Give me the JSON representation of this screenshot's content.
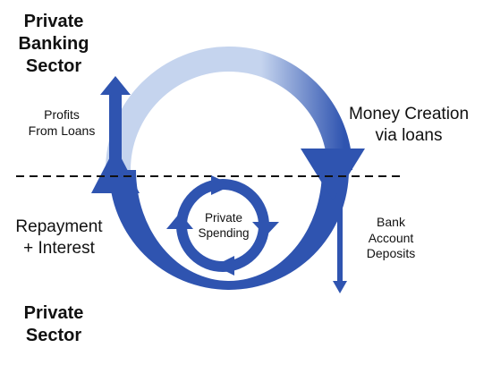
{
  "labels": {
    "private_banking_sector": [
      "Private",
      "Banking",
      "Sector"
    ],
    "private_sector": [
      "Private",
      "Sector"
    ],
    "profits_from_loans": [
      "Profits",
      "From Loans"
    ],
    "money_creation": [
      "Money Creation",
      "via loans"
    ],
    "repayment_interest": [
      "Repayment",
      "+ Interest"
    ],
    "bank_account_deposits": [
      "Bank",
      "Account",
      "Deposits"
    ],
    "private_spending": [
      "Private",
      "Spending"
    ]
  },
  "colors": {
    "arrow_dark": "#2f54b0",
    "arrow_light": "#c5d4ee",
    "divider": "#111111"
  }
}
